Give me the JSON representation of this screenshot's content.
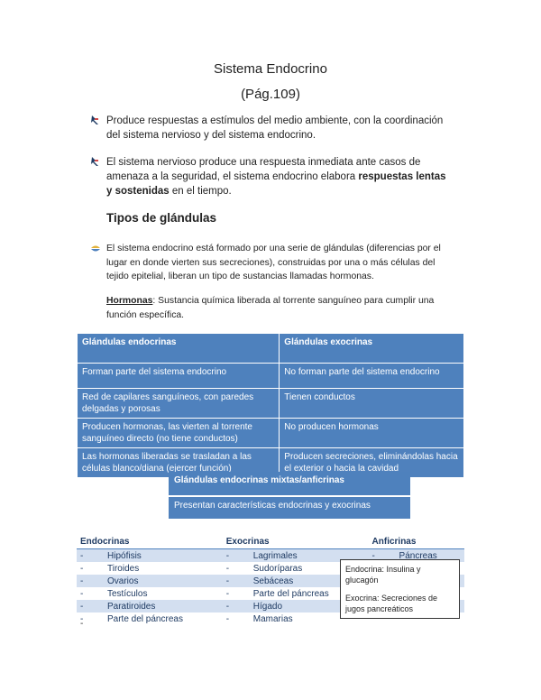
{
  "title": "Sistema Endocrino",
  "page_ref": "(Pág.109)",
  "bullets": [
    "Produce respuestas a estímulos del medio ambiente, con la coordinación del sistema nervioso y del sistema endocrino.",
    "El sistema nervioso produce una respuesta inmediata ante casos de amenaza a la seguridad, el sistema endocrino elabora"
  ],
  "bullet2_bold": "respuestas lentas y sostenidas",
  "bullet2_end": " en el tiempo.",
  "subtitle": "Tipos de glándulas",
  "bullet3": "El sistema endocrino está formado por una serie de glándulas (diferencias por el lugar en donde vierten sus secreciones), construidas por una o más células del tejido epitelial, liberan un tipo de sustancias llamadas hormonas.",
  "definition": {
    "term": "Hormonas",
    "text": ": Sustancia química liberada al torrente sanguíneo para cumplir una función específica."
  },
  "compare_table": {
    "headers": [
      "Glándulas endocrinas",
      "Glándulas exocrinas"
    ],
    "rows": [
      [
        "Forman parte del sistema endocrino",
        "No forman parte del sistema endocrino"
      ],
      [
        "Red de capilares sanguíneos, con paredes delgadas y porosas",
        "Tienen conductos"
      ],
      [
        "Producen hormonas, las vierten al torrente sanguíneo directo (no tiene conductos)",
        "No producen hormonas"
      ],
      [
        "Las hormonas liberadas se trasladan a las células blanco/diana (ejercer función)",
        "Producen secreciones, eliminándolas hacia el exterior o hacia la cavidad"
      ]
    ]
  },
  "mixed": {
    "header": "Glándulas endocrinas mixtas/anficrinas",
    "body": "Presentan características endocrinas y exocrinas"
  },
  "list_table": {
    "headers": [
      "Endocrinas",
      "Exocrinas",
      "Anficrinas"
    ],
    "rows": [
      [
        "Hipófisis",
        "Lagrimales",
        "Páncreas"
      ],
      [
        "Tiroides",
        "Sudoríparas",
        ""
      ],
      [
        "Ovarios",
        "Sebáceas",
        ""
      ],
      [
        "Testículos",
        "Parte del páncreas",
        ""
      ],
      [
        "Paratiroides",
        "Hígado",
        ""
      ],
      [
        "Parte del páncreas",
        "Mamarias",
        ""
      ]
    ],
    "dash": "-"
  },
  "anficrinas_box": {
    "line1": "Endocrina: Insulina y glucagón",
    "line2": "Exocrina: Secreciones de jugos pancreáticos"
  },
  "icons": [
    "hand-pointer-icon",
    "hand-pointer-icon",
    "hand-pointer-icon-colored"
  ],
  "colors": {
    "table_header": "#4e81bd",
    "table_row": "#4f81bd",
    "shade": "#d3dff0",
    "text_blue": "#1f3b63"
  }
}
